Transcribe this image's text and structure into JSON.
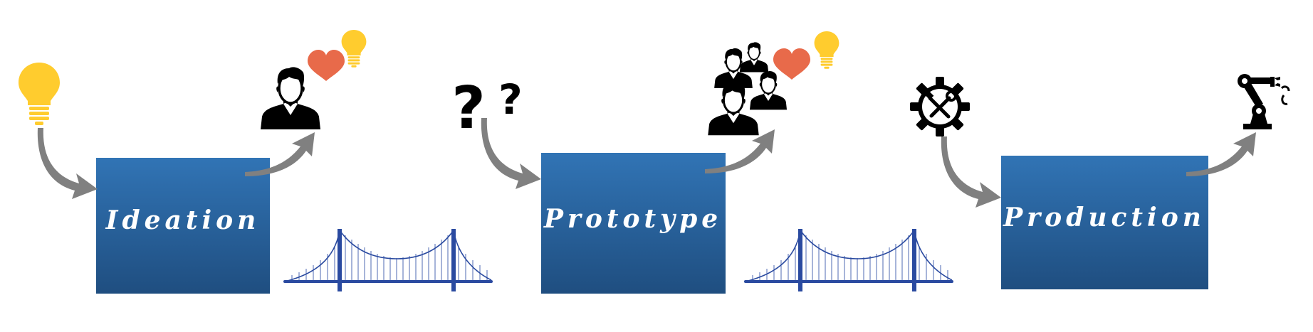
{
  "stages": [
    {
      "label": "Ideation"
    },
    {
      "label": "Prototype"
    },
    {
      "label": "Production"
    }
  ],
  "colors": {
    "stage_top": "#3174b5",
    "stage_bottom": "#1f4e80",
    "arrow": "#808080",
    "bridge": "#2a4aa0",
    "bulb": "#ffcc2e",
    "heart": "#e86a4a",
    "icon_dark": "#000000"
  },
  "icons": [
    "lightbulb-icon",
    "person-icon",
    "heart-icon",
    "question-marks-icon",
    "group-of-people-icon",
    "gear-tools-icon",
    "robotic-arm-icon",
    "bridge-icon"
  ]
}
